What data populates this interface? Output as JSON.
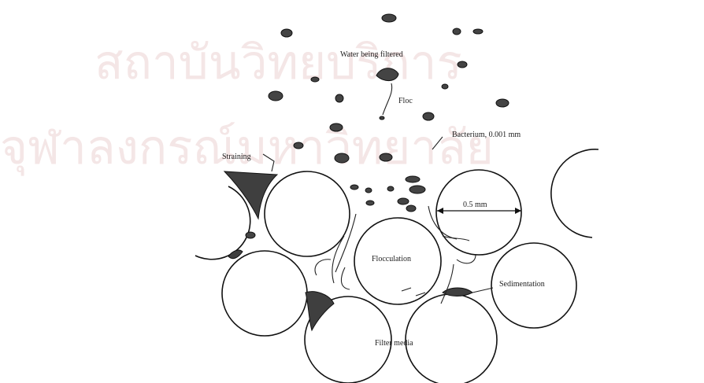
{
  "watermark": {
    "line1": "สถาบันวิทยบริการ",
    "line2": "จุฬาลงกรณ์มหาวิทยาลัย"
  },
  "labels": {
    "water": "Water being filtered",
    "floc": "Floc",
    "bacterium": "Bacterium, 0.001 mm",
    "straining": "Straining",
    "grain_size": "0.5 mm",
    "flocculation": "Flocculation",
    "sedimentation": "Sedimentation",
    "filter_media": "Filter media"
  }
}
